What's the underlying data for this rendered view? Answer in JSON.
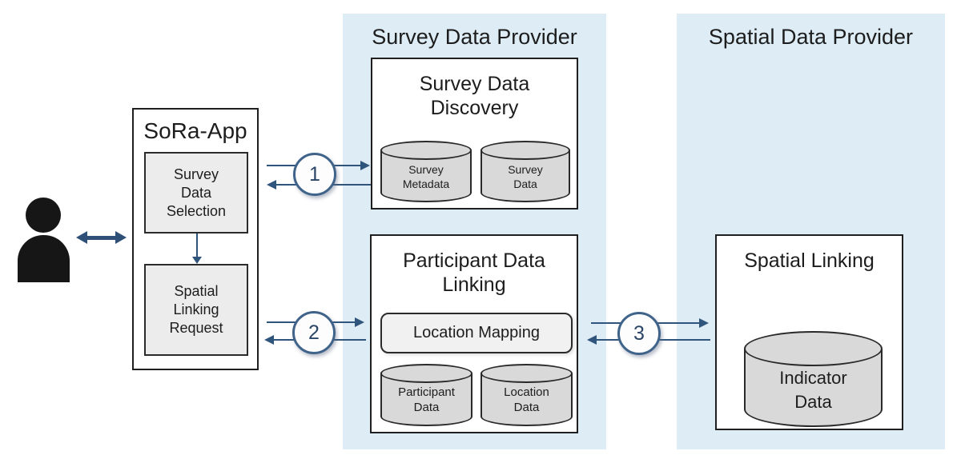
{
  "colors": {
    "accent_arrow": "#30557C",
    "panel_background": "#DDECF5",
    "box_border": "#1F1F1F",
    "gray_box_fill": "#ECECEC",
    "cylinder_fill": "#D9D9D9",
    "person_icon": "#161616",
    "circle_fill": "#FDFDFE"
  },
  "sora_app": {
    "title": "SoRa-App",
    "survey_data_selection": "Survey\nData\nSelection",
    "spatial_linking_request": "Spatial\nLinking\nRequest"
  },
  "survey_provider": {
    "title": "Survey Data Provider",
    "discovery": {
      "title": "Survey Data\nDiscovery",
      "cylinders": [
        "Survey\nMetadata",
        "Survey\nData"
      ]
    },
    "participant_linking": {
      "title": "Participant Data\nLinking",
      "location_mapping": "Location Mapping",
      "cylinders": [
        "Participant\nData",
        "Location\nData"
      ]
    }
  },
  "spatial_provider": {
    "title": "Spatial Data Provider",
    "spatial_linking": {
      "title": "Spatial Linking",
      "cylinder": "Indicator\nData"
    }
  },
  "flow_steps": [
    "1",
    "2",
    "3"
  ]
}
